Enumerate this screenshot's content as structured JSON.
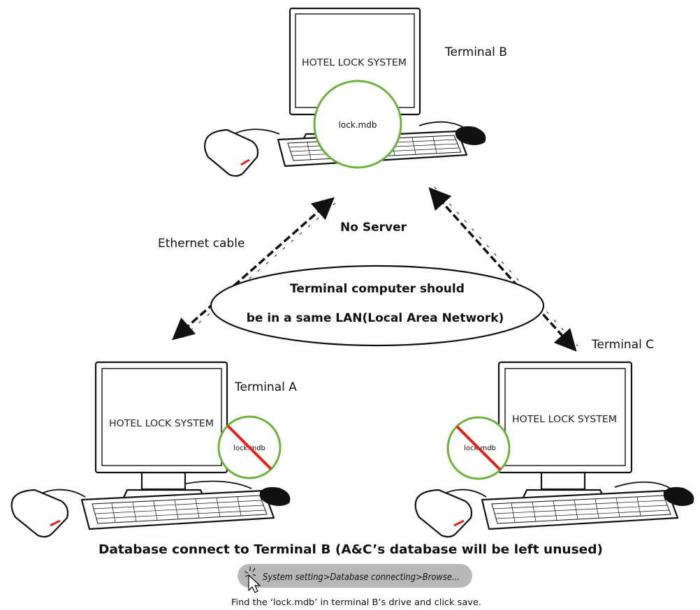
{
  "colors": {
    "accent_green": "#6bb33a",
    "strike_red": "#e2231a",
    "pill_gray": "#b8b8b8",
    "line_black": "#111111"
  },
  "terminals": {
    "b": {
      "label": "Terminal B",
      "screen_text": "HOTEL LOCK SYSTEM",
      "db_file": "lock.mdb",
      "db_active": true
    },
    "a": {
      "label": "Terminal A",
      "screen_text": "HOTEL LOCK SYSTEM",
      "db_file": "lock.mdb",
      "db_active": false
    },
    "c": {
      "label": "Terminal C",
      "screen_text": "HOTEL LOCK SYSTEM",
      "db_file": "lock.mdb",
      "db_active": false
    }
  },
  "network": {
    "cable_label": "Ethernet cable",
    "server_label": "No Server",
    "lan_line1": "Terminal computer should",
    "lan_line2": "be in a same LAN(Local Area Network)"
  },
  "footer": {
    "heading": "Database connect to Terminal B  (A&C’s database will be left unused)",
    "menu_path": "System setting>Database connecting>Browse...",
    "instruction": "Find the ‘lock.mdb’ in terminal B’s drive and click save.",
    "icons": [
      "cursor-click-icon"
    ]
  }
}
